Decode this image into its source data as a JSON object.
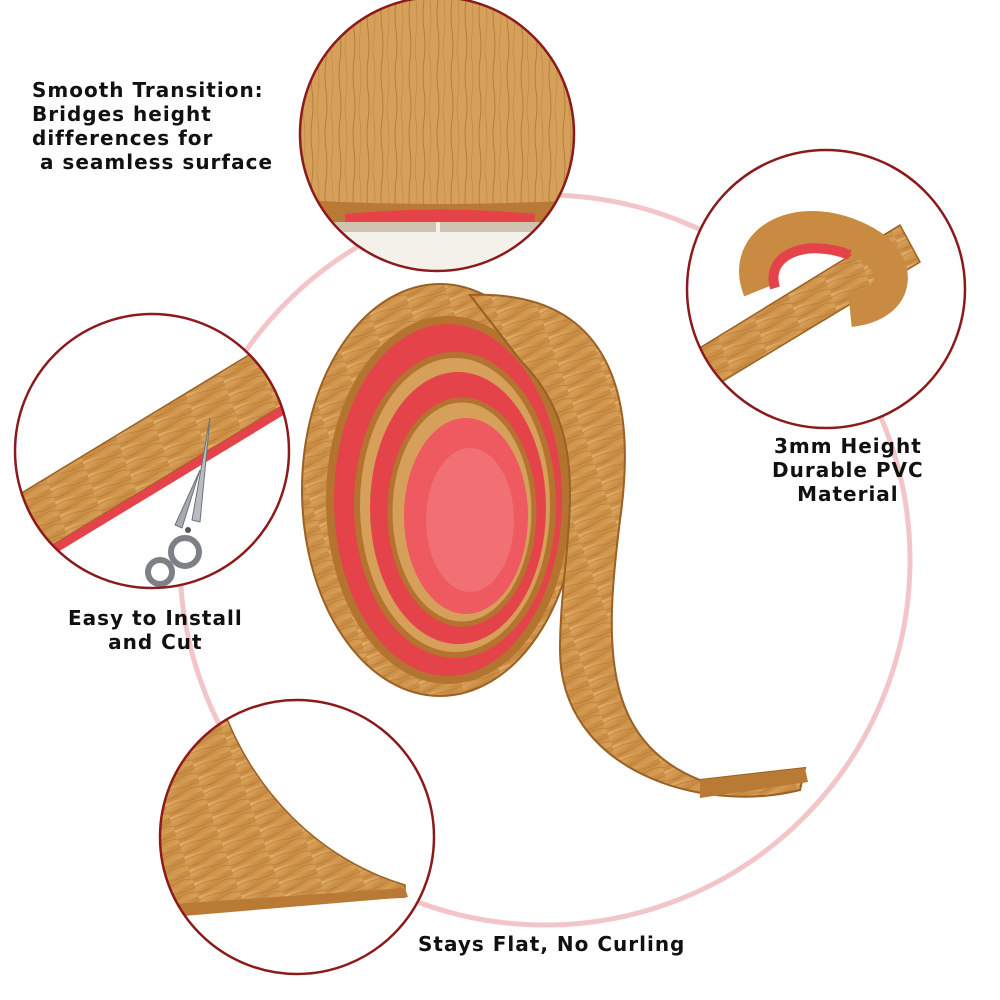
{
  "features": {
    "transition": {
      "lines": [
        "Smooth Transition:",
        "Bridges height",
        "differences for",
        " a seamless surface"
      ]
    },
    "height": {
      "lines": [
        "3mm Height",
        "Durable PVC",
        "Material"
      ]
    },
    "install": {
      "lines": [
        "Easy to Install",
        "and Cut"
      ]
    },
    "flat": {
      "lines": [
        "Stays Flat, No Curling"
      ]
    }
  },
  "colors": {
    "background": "#ffffff",
    "wood_light": "#d9a35a",
    "wood_dark": "#a86b2b",
    "adhesive_red": "#e4434a",
    "ring_pink": "#f2c6c9",
    "circle_border": "#8b1a1a",
    "text": "#111111"
  },
  "icons": {
    "tool": "scissors-icon"
  }
}
